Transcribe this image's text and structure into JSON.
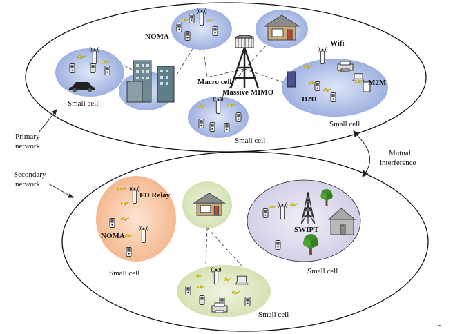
{
  "networks": {
    "primary": {
      "label_line1": "Primary",
      "label_line2": "network",
      "macro_cell": "Macro cell",
      "massive_mimo": "Massive MIMO",
      "cells": {
        "left_small_cell": "Small cell",
        "bottom_small_cell": "Small cell",
        "right_small_cell": "Small cell",
        "noma_cell": "NOMA"
      },
      "tags": {
        "wifi": "Wifi",
        "d2d": "D2D",
        "m2m": "M2M"
      }
    },
    "secondary": {
      "label_line1": "Secondary",
      "label_line2": "network",
      "cells": {
        "left_small_cell": "Small cell",
        "bottom_small_cell": "Small cell",
        "right_small_cell": "Small cell"
      },
      "tags": {
        "fd_relay": "FD Relay",
        "noma": "NOMA",
        "swipt": "SWIPT"
      }
    }
  },
  "interference": {
    "line1": "Mutual",
    "line2": "interference"
  },
  "footer_mark": "↵",
  "colors": {
    "cell_blue": "#a9b9e4",
    "cell_orange": "#f7c4a1",
    "cell_green": "#dde8c2",
    "cell_lavender": "#dad8ec",
    "bolt": "#f2dc2a",
    "tower": "#222222"
  }
}
